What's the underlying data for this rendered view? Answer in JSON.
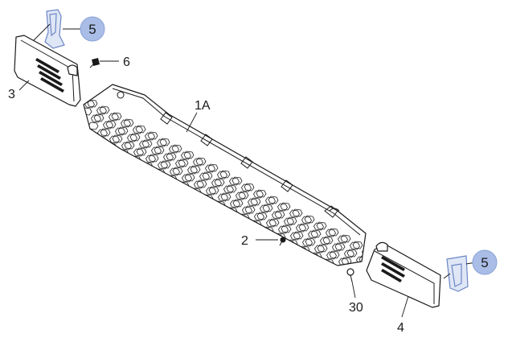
{
  "callouts": {
    "grille": "1A",
    "screw": "2",
    "left_cover": "3",
    "right_cover": "4",
    "bracket_left": "5",
    "bracket_right": "5",
    "clip": "6",
    "push_pin": "30"
  },
  "colors": {
    "highlight_fill": "#a9bde6",
    "highlight_stroke": "#6b86c6",
    "line": "#1a1a1a"
  }
}
